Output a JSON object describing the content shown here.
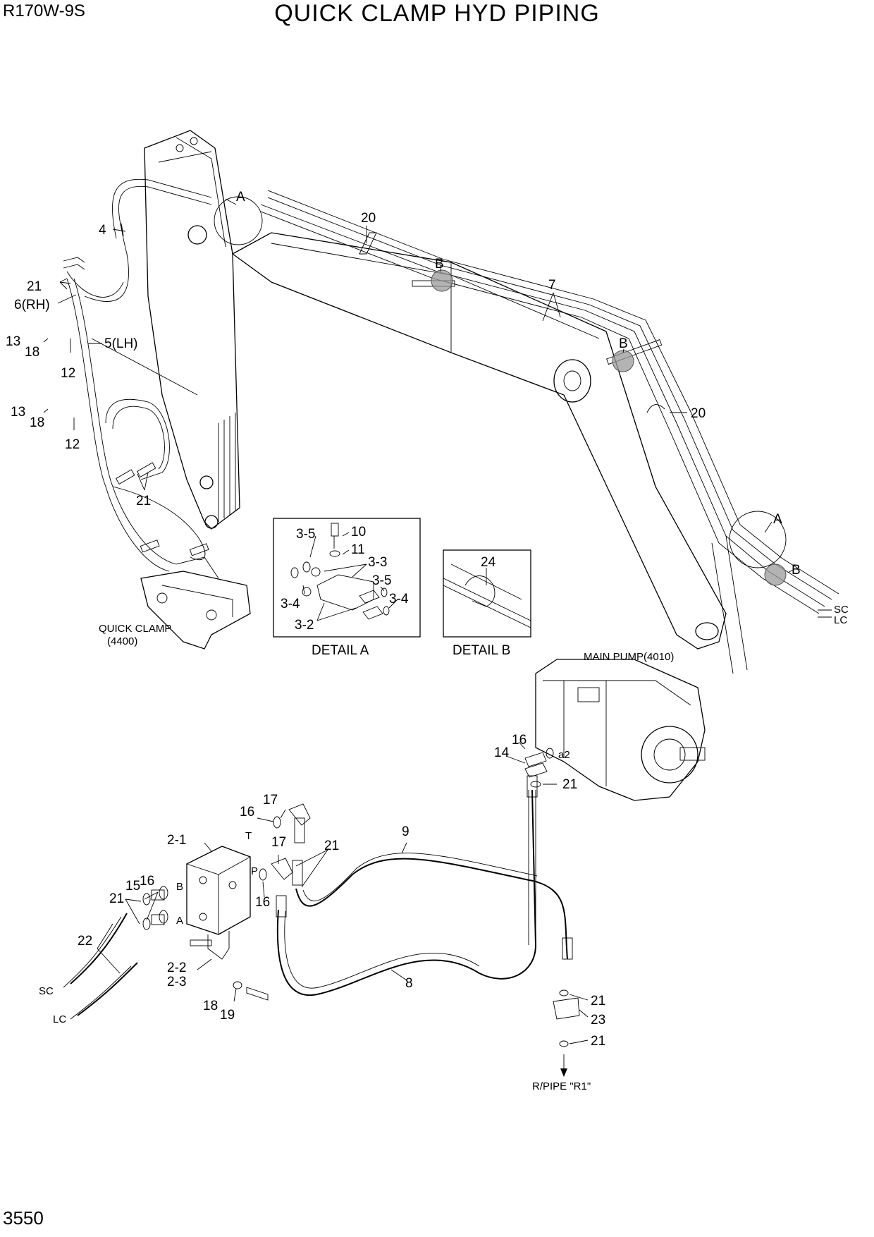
{
  "header": {
    "model": "R170W-9S",
    "title": "QUICK CLAMP HYD PIPING",
    "page_number": "3550"
  },
  "callouts": {
    "c4": "4",
    "c21a": "21",
    "c6": "6(RH)",
    "c13a": "13",
    "c18a": "18",
    "c5": "5(LH)",
    "c12a": "12",
    "c13b": "13",
    "c18b": "18",
    "c12b": "12",
    "c21b": "21",
    "cA1": "A",
    "c20a": "20",
    "cB1": "B",
    "c7": "7",
    "cB2": "B",
    "c20b": "20",
    "cA2": "A",
    "cB3": "B",
    "cSC1": "SC",
    "cLC1": "LC",
    "c35a": "3-5",
    "c10": "10",
    "c11": "11",
    "c33": "3-3",
    "c35b": "3-5",
    "c34a": "3-4",
    "c34b": "3-4",
    "c32": "3-2",
    "c24": "24",
    "c16a": "16",
    "c14": "14",
    "ca2": "a2",
    "c21c": "21",
    "c17a": "17",
    "c16b": "16",
    "c21": "2-1",
    "c17b": "17",
    "c21d": "21",
    "c9": "9",
    "cT": "T",
    "cP": "P",
    "c16c": "16",
    "cBport": "B",
    "cAport": "A",
    "c21e": "21",
    "c15": "15",
    "c16d": "16",
    "c22": "22",
    "cSC2": "SC",
    "cLC2": "LC",
    "c22b": "2-2",
    "c23b": "2-3",
    "c8": "8",
    "c18c": "18",
    "c19": "19",
    "c21f": "21",
    "c23": "23",
    "c21g": "21"
  },
  "notes": {
    "quick_clamp": "QUICK CLAMP",
    "quick_clamp_ref": "(4400)",
    "main_pump": "MAIN PUMP(4010)",
    "rpipe": "R/PIPE \"R1\"",
    "detail_a": "DETAIL A",
    "detail_b": "DETAIL B"
  }
}
